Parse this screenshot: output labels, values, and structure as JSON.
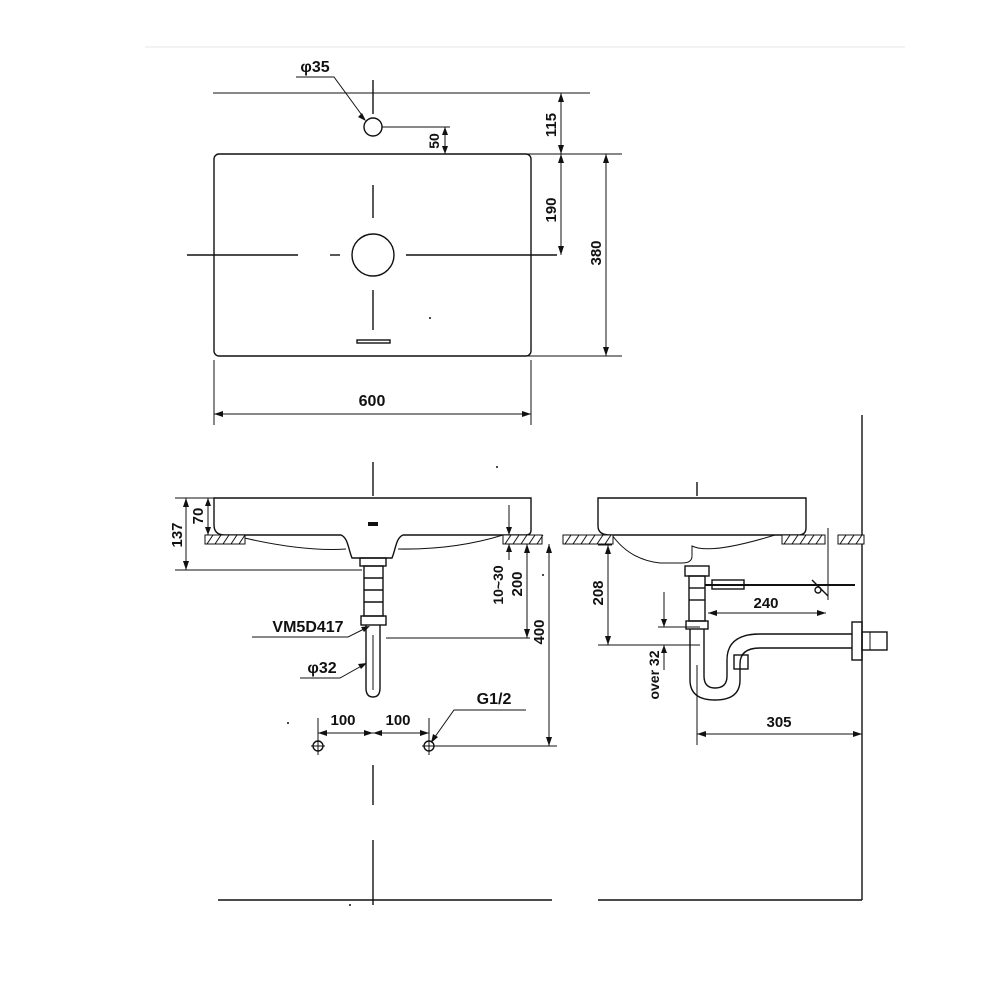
{
  "colors": {
    "ink": "#111111",
    "background": "#ffffff"
  },
  "dimensions": {
    "tap_hole_dia": "φ35",
    "tap_hole_offset": "50",
    "top_offset": "115",
    "drain_offset": "190",
    "depth": "380",
    "width": "600",
    "total_height": "137",
    "bowl_height": "70",
    "countertop_adjust": "10~30",
    "drain_drop": "200",
    "supply_height": "400",
    "waste_model": "VM5D417",
    "waste_dia": "φ32",
    "supply_spacing_left": "100",
    "supply_spacing_right": "100",
    "supply_thread": "G1/2",
    "trap_height": "208",
    "pop_up_rod": "240",
    "trap_overlap": "over 32",
    "wall_distance": "305"
  }
}
